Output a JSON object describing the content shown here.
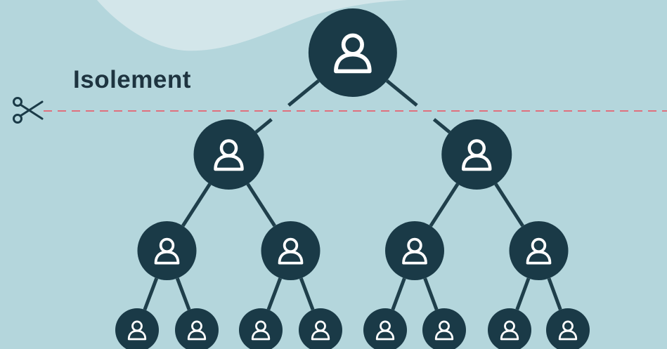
{
  "title": "Isolement",
  "icons": {
    "cut": "scissors-icon",
    "node": "person-icon"
  },
  "colors": {
    "background": "#b4d6dc",
    "background_blob": "#d3e6ea",
    "node_fill": "#1a3a47",
    "node_icon": "#ffffff",
    "connector": "#1f3f4b",
    "cut_line": "#e0707d",
    "title_text": "#1e3440"
  },
  "tree": {
    "id": "root",
    "children": [
      {
        "id": "l1-left",
        "children": [
          {
            "id": "l2-1",
            "children": [
              {
                "id": "l3-1"
              },
              {
                "id": "l3-2"
              }
            ]
          },
          {
            "id": "l2-2",
            "children": [
              {
                "id": "l3-3"
              },
              {
                "id": "l3-4"
              }
            ]
          }
        ]
      },
      {
        "id": "l1-right",
        "children": [
          {
            "id": "l2-3",
            "children": [
              {
                "id": "l3-5"
              },
              {
                "id": "l3-6"
              }
            ]
          },
          {
            "id": "l2-4",
            "children": [
              {
                "id": "l3-7"
              },
              {
                "id": "l3-8"
              }
            ]
          }
        ]
      }
    ]
  },
  "isolated_node": "root"
}
